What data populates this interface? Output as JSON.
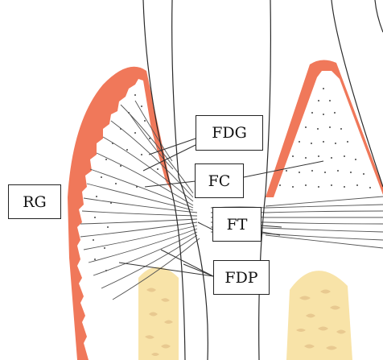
{
  "labels": {
    "rg": "RG",
    "fdg": "FDG",
    "fc": "FC",
    "ft": "FT",
    "fdp": "FDP"
  },
  "colors": {
    "gingiva": "#f0785a",
    "bone": "#f8e3a8",
    "bone_pattern": "#e8c990",
    "outline": "#2a2a2a",
    "fiber": "#555555"
  }
}
